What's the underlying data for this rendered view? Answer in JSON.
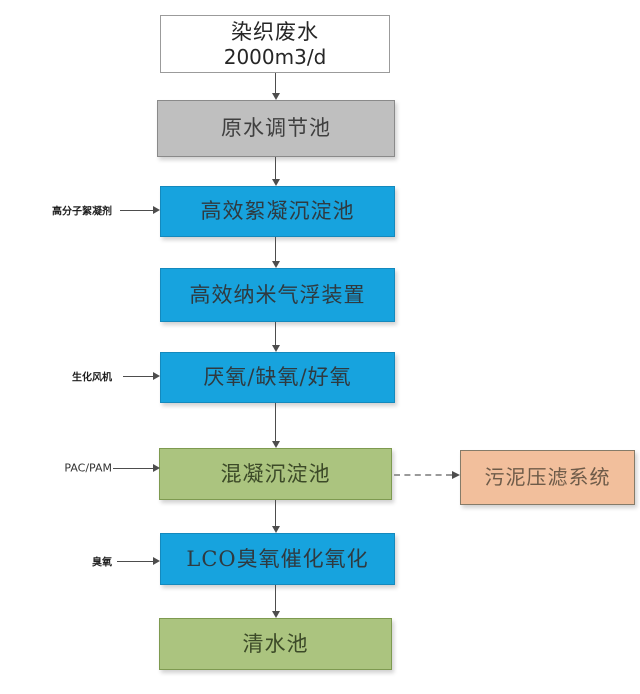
{
  "diagram": {
    "type": "flowchart",
    "background_color": "#ffffff",
    "palette": {
      "blue": "#17a3de",
      "green": "#abc47f",
      "gray": "#bfbfbf",
      "orange": "#f2bf9c",
      "white": "#ffffff",
      "arrow": "#4d4d4d",
      "dashed_arrow": "#9a9a9a"
    },
    "nodes": [
      {
        "id": "influent",
        "label": "染织废水",
        "sublabel": "2000m3/d",
        "fill": "#ffffff"
      },
      {
        "id": "raw-water-adjust-tank",
        "label": "原水调节池",
        "fill": "#bfbfbf"
      },
      {
        "id": "high-eff-flocculation-tank",
        "label": "高效絮凝沉淀池",
        "fill": "#17a3de"
      },
      {
        "id": "nano-air-flotation-unit",
        "label": "高效纳米气浮装置",
        "fill": "#17a3de"
      },
      {
        "id": "anaerobic-anoxic-aerobic",
        "label": "厌氧/缺氧/好氧",
        "fill": "#17a3de"
      },
      {
        "id": "coagulation-sedimentation-tank",
        "label": "混凝沉淀池",
        "fill": "#abc47f"
      },
      {
        "id": "lco-ozone-catalytic-oxidation",
        "label": "LCO臭氧催化氧化",
        "fill": "#17a3de"
      },
      {
        "id": "clean-water-tank",
        "label": "清水池",
        "fill": "#abc47f"
      }
    ],
    "side_node": {
      "id": "sludge-press-filter-system",
      "label": "污泥压滤系统",
      "fill": "#f2bf9c"
    },
    "inputs": [
      {
        "label": "高分子絮凝剂",
        "target": "high-eff-flocculation-tank"
      },
      {
        "label": "生化风机",
        "target": "anaerobic-anoxic-aerobic"
      },
      {
        "label": "PAC/PAM",
        "target": "coagulation-sedimentation-tank"
      },
      {
        "label": "臭氧",
        "target": "lco-ozone-catalytic-oxidation"
      }
    ],
    "connections": [
      {
        "from": "influent",
        "to": "raw-water-adjust-tank",
        "style": "solid"
      },
      {
        "from": "raw-water-adjust-tank",
        "to": "high-eff-flocculation-tank",
        "style": "solid"
      },
      {
        "from": "high-eff-flocculation-tank",
        "to": "nano-air-flotation-unit",
        "style": "solid"
      },
      {
        "from": "nano-air-flotation-unit",
        "to": "anaerobic-anoxic-aerobic",
        "style": "solid"
      },
      {
        "from": "anaerobic-anoxic-aerobic",
        "to": "coagulation-sedimentation-tank",
        "style": "solid"
      },
      {
        "from": "coagulation-sedimentation-tank",
        "to": "lco-ozone-catalytic-oxidation",
        "style": "solid"
      },
      {
        "from": "lco-ozone-catalytic-oxidation",
        "to": "clean-water-tank",
        "style": "solid"
      },
      {
        "from": "coagulation-sedimentation-tank",
        "to": "sludge-press-filter-system",
        "style": "dashed"
      }
    ]
  }
}
